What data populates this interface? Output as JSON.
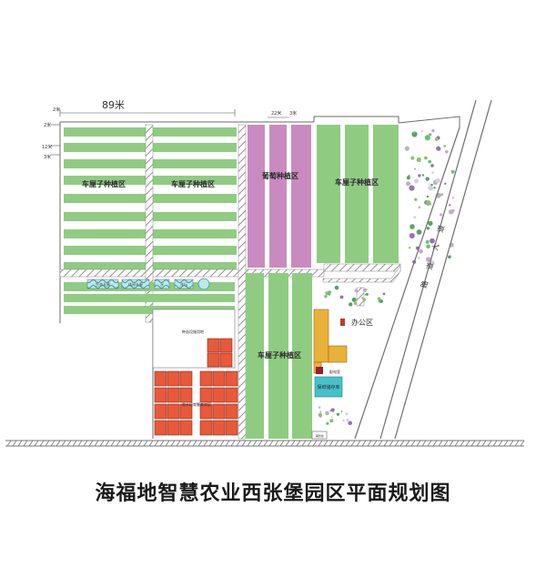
{
  "title": "海福地智慧农业西张堡园区平面规划图",
  "dimensions": {
    "width_89": "89米",
    "tick_2a": "2米",
    "tick_2b": "2米",
    "tick_12": "12米",
    "tick_3a": "3米",
    "tick_22": "22米",
    "tick_3b": "3米"
  },
  "zones": {
    "cherry_left_1": "车厘子种植区",
    "cherry_left_2": "车厘子种植区",
    "grape": "葡萄种植区",
    "cherry_right": "车厘子种植区",
    "cherry_bottom": "车厘子种植区",
    "office": "办公区",
    "greenhouse": "种苗设施用地",
    "nursery": "苗木培育繁育学区",
    "cold_storage": "保鲜储存库",
    "small_building": "配电室",
    "small_label": "消防池"
  },
  "strip_labels": [
    "生态长廊",
    "休闲长廊",
    "水",
    "花坛"
  ],
  "road": {
    "label": [
      "路",
      "道",
      "大",
      "道"
    ]
  },
  "colors": {
    "green": "#8fcc81",
    "purple": "#c98bbf",
    "orange": "#e8593c",
    "yellow": "#e9b13a",
    "teal": "#47c1c9"
  }
}
